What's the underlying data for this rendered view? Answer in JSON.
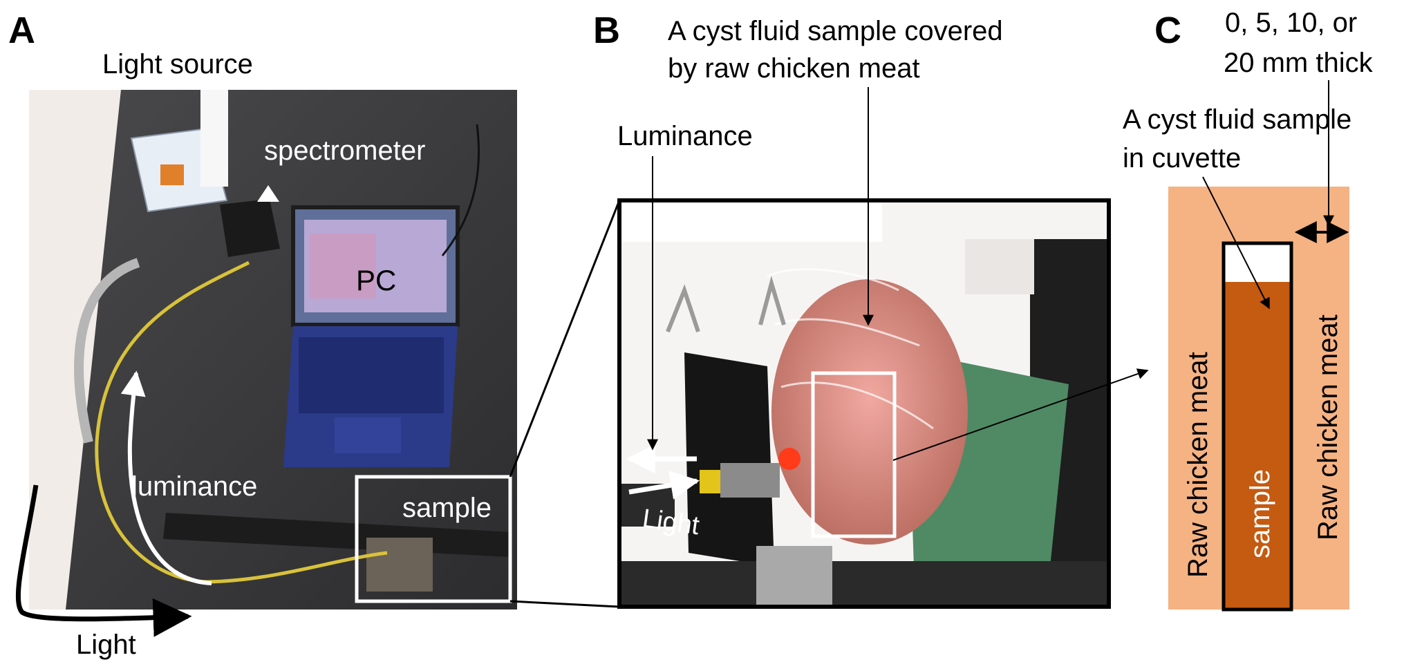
{
  "panels": {
    "a": {
      "letter": "A",
      "labels": {
        "light_source": "Light source",
        "spectrometer": "spectrometer",
        "pc": "PC",
        "luminance": "luminance",
        "sample": "sample",
        "light": "Light"
      }
    },
    "b": {
      "letter": "B",
      "labels": {
        "cyst_covered_line1": "A cyst fluid sample covered",
        "cyst_covered_line2": "by raw chicken meat",
        "luminance": "Luminance",
        "light": "Light"
      }
    },
    "c": {
      "letter": "C",
      "labels": {
        "thickness_line1": "0, 5, 10, or",
        "thickness_line2": "20 mm thick",
        "cuvette_line1": "A cyst fluid sample",
        "cuvette_line2": "in cuvette",
        "meat_left": "Raw chicken meat",
        "meat_right": "Raw chicken meat",
        "sample": "sample"
      }
    }
  },
  "colors": {
    "meat": "#F5B283",
    "sample": "#C55A11",
    "bench": "#3a3a3c",
    "laptop": "#2a3a8a"
  }
}
